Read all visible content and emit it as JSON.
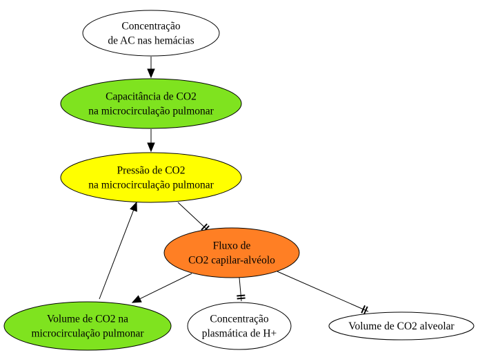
{
  "nodes": [
    {
      "id": "ac",
      "lines": [
        "Concentração",
        "de AC nas hemácias"
      ],
      "color": "#ffffff"
    },
    {
      "id": "cap",
      "lines": [
        "Capacitância de CO2",
        "na microcirculação pulmonar"
      ],
      "color": "#7fe31f"
    },
    {
      "id": "press",
      "lines": [
        "Pressão de CO2",
        "na microcirculação pulmonar"
      ],
      "color": "#ffff00"
    },
    {
      "id": "fluxo",
      "lines": [
        "Fluxo de",
        "CO2 capilar-alvéolo"
      ],
      "color": "#ff7f24"
    },
    {
      "id": "vol",
      "lines": [
        "Volume de CO2 na",
        "microcirculação pulmonar"
      ],
      "color": "#7fe31f"
    },
    {
      "id": "h",
      "lines": [
        "Concentração",
        "plasmática de H+"
      ],
      "color": "#ffffff"
    },
    {
      "id": "alv",
      "lines": [
        "Volume de CO2 alveolar"
      ],
      "color": "#ffffff"
    }
  ],
  "edges": [
    {
      "from": "ac",
      "to": "cap",
      "type": "arrow"
    },
    {
      "from": "cap",
      "to": "press",
      "type": "arrow"
    },
    {
      "from": "press",
      "to": "fluxo",
      "type": "tee"
    },
    {
      "from": "fluxo",
      "to": "vol",
      "type": "arrow"
    },
    {
      "from": "fluxo",
      "to": "h",
      "type": "tee"
    },
    {
      "from": "fluxo",
      "to": "alv",
      "type": "tee"
    },
    {
      "from": "vol",
      "to": "press",
      "type": "arrow"
    }
  ]
}
